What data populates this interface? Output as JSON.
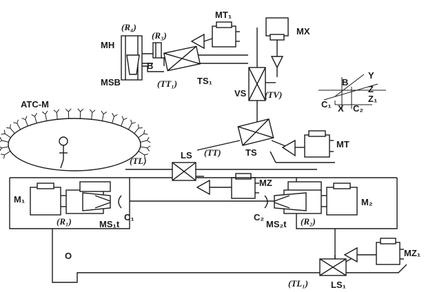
{
  "labels": {
    "mh": "MH",
    "r4": "(R₄)",
    "r3": "(R₃)",
    "b_main": "B",
    "ms_b": "MSB",
    "tt1": "(TT₁)",
    "ts1": "TS₁",
    "mt1": "MT₁",
    "mx": "MX",
    "vs": "VS",
    "tv": "(TV)",
    "atc_m": "ATC-M",
    "axis_b": "B",
    "axis_y": "Y",
    "axis_z": "Z",
    "axis_z1": "Z₁",
    "axis_c1": "C₁",
    "axis_x": "X",
    "axis_c2": "C₂",
    "ls": "LS",
    "tt": "(TT)",
    "ts": "TS",
    "mt": "MT",
    "tl": "(TL)",
    "mz": "MZ",
    "m1": "M₁",
    "r1": "(R₁)",
    "ms1t": "MS₁t",
    "c1": "C₁",
    "c2": "C₂",
    "ms2t": "MS₂t",
    "r2": "(R₂)",
    "m2": "M₂",
    "o": "O",
    "mz1": "MZ₁",
    "tl1": "(TL₁)",
    "ls1": "LS₁"
  },
  "colors": {
    "ink": "#1a1a1a",
    "paper": "#ffffff"
  }
}
